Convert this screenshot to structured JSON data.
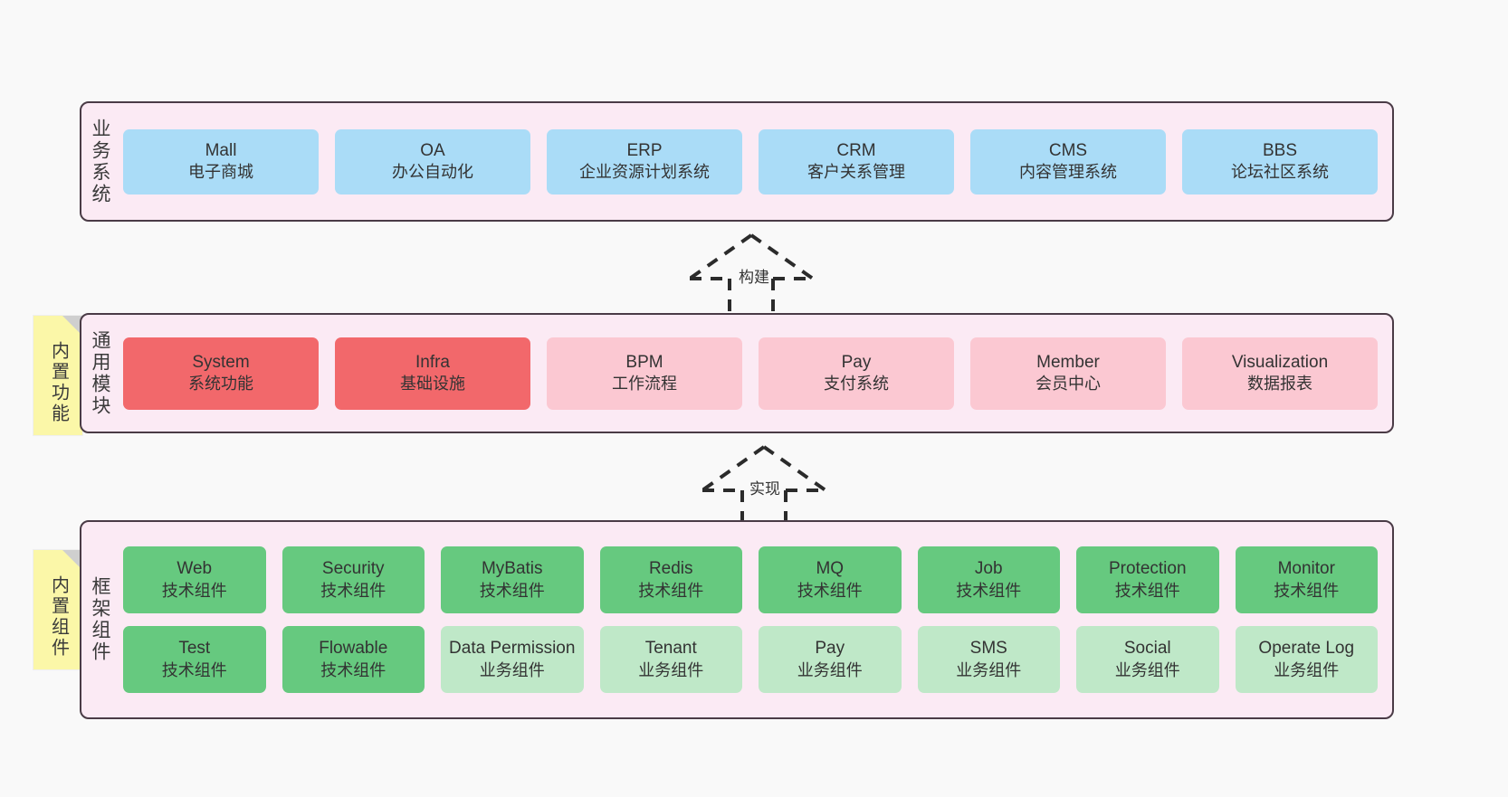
{
  "diagram": {
    "background": "#f9f9f9",
    "band_fill": "#fbeaf4",
    "band_border": "#4a3b46",
    "sticky_fill": "#fbf7a8"
  },
  "bands": [
    {
      "id": "business",
      "label": "业务系统",
      "accent": "#aadcf7",
      "rows": [
        {
          "cells": [
            {
              "title": "Mall",
              "subtitle": "电子商城",
              "color": "#aadcf7"
            },
            {
              "title": "OA",
              "subtitle": "办公自动化",
              "color": "#aadcf7"
            },
            {
              "title": "ERP",
              "subtitle": "企业资源计划系统",
              "color": "#aadcf7"
            },
            {
              "title": "CRM",
              "subtitle": "客户关系管理",
              "color": "#aadcf7"
            },
            {
              "title": "CMS",
              "subtitle": "内容管理系统",
              "color": "#aadcf7"
            },
            {
              "title": "BBS",
              "subtitle": "论坛社区系统",
              "color": "#aadcf7"
            }
          ]
        }
      ]
    },
    {
      "id": "modules",
      "label": "通用模块",
      "accent": "#f2686b",
      "rows": [
        {
          "cells": [
            {
              "title": "System",
              "subtitle": "系统功能",
              "color": "#f2686b"
            },
            {
              "title": "Infra",
              "subtitle": "基础设施",
              "color": "#f2686b"
            },
            {
              "title": "BPM",
              "subtitle": "工作流程",
              "color": "#fbc8d2"
            },
            {
              "title": "Pay",
              "subtitle": "支付系统",
              "color": "#fbc8d2"
            },
            {
              "title": "Member",
              "subtitle": "会员中心",
              "color": "#fbc8d2"
            },
            {
              "title": "Visualization",
              "subtitle": "数据报表",
              "color": "#fbc8d2"
            }
          ]
        }
      ]
    },
    {
      "id": "framework",
      "label": "框架组件",
      "accent": "#66c97f",
      "rows": [
        {
          "cells": [
            {
              "title": "Web",
              "subtitle": "技术组件",
              "color": "#66c97f"
            },
            {
              "title": "Security",
              "subtitle": "技术组件",
              "color": "#66c97f"
            },
            {
              "title": "MyBatis",
              "subtitle": "技术组件",
              "color": "#66c97f"
            },
            {
              "title": "Redis",
              "subtitle": "技术组件",
              "color": "#66c97f"
            },
            {
              "title": "MQ",
              "subtitle": "技术组件",
              "color": "#66c97f"
            },
            {
              "title": "Job",
              "subtitle": "技术组件",
              "color": "#66c97f"
            },
            {
              "title": "Protection",
              "subtitle": "技术组件",
              "color": "#66c97f"
            },
            {
              "title": "Monitor",
              "subtitle": "技术组件",
              "color": "#66c97f"
            }
          ]
        },
        {
          "cells": [
            {
              "title": "Test",
              "subtitle": "技术组件",
              "color": "#66c97f"
            },
            {
              "title": "Flowable",
              "subtitle": "技术组件",
              "color": "#66c97f"
            },
            {
              "title": "Data Permission",
              "subtitle": "业务组件",
              "color": "#bfe8c8"
            },
            {
              "title": "Tenant",
              "subtitle": "业务组件",
              "color": "#bfe8c8"
            },
            {
              "title": "Pay",
              "subtitle": "业务组件",
              "color": "#bfe8c8"
            },
            {
              "title": "SMS",
              "subtitle": "业务组件",
              "color": "#bfe8c8"
            },
            {
              "title": "Social",
              "subtitle": "业务组件",
              "color": "#bfe8c8"
            },
            {
              "title": "Operate Log",
              "subtitle": "业务组件",
              "color": "#bfe8c8"
            }
          ]
        }
      ]
    }
  ],
  "sticky_notes": [
    {
      "id": "builtin-func",
      "label": "内置功能"
    },
    {
      "id": "builtin-comp",
      "label": "内置组件"
    }
  ],
  "arrows": [
    {
      "id": "build",
      "label": "构建",
      "style": "dashed-generalization",
      "direction": "up"
    },
    {
      "id": "impl",
      "label": "实现",
      "style": "dashed-generalization",
      "direction": "up"
    }
  ]
}
